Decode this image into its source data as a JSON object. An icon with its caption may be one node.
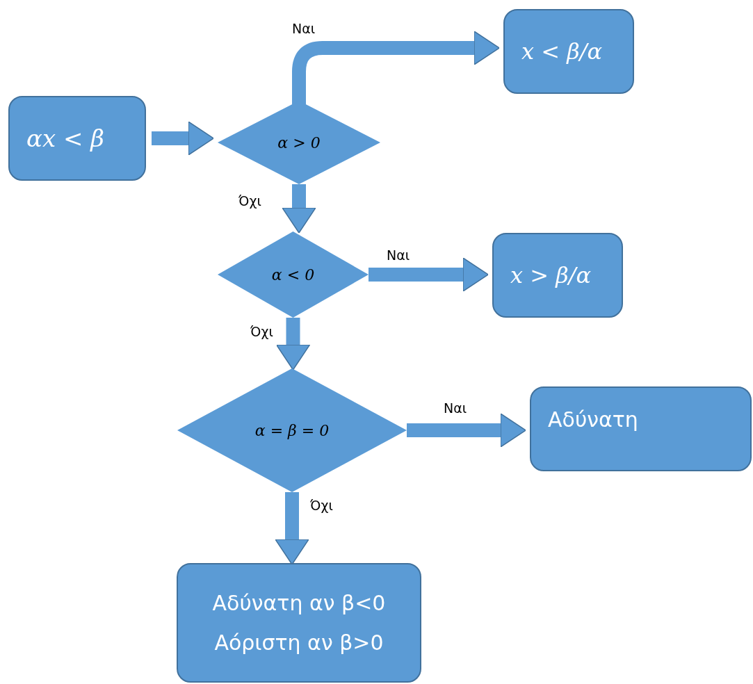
{
  "diagram": {
    "nodes": [
      {
        "text": [
          "αx < β"
        ]
      },
      {
        "text": [
          "α > 0"
        ]
      },
      {
        "text": [
          "x < β/α"
        ]
      },
      {
        "text": [
          "α < 0"
        ]
      },
      {
        "text": [
          "x > β/α"
        ]
      },
      {
        "text": [
          "α = β = 0"
        ]
      },
      {
        "text": [
          "Αδύνατη"
        ]
      },
      {
        "text": [
          "Αδύνατη αν β<0",
          "Αόριστη αν β>0"
        ]
      }
    ],
    "edges": [
      {
        "from": 0,
        "to": 1,
        "arrow": "to"
      },
      {
        "from": 1,
        "to": 2,
        "arrow": "to",
        "label": "Ναι"
      },
      {
        "from": 1,
        "to": 3,
        "arrow": "to",
        "label": "Όχι"
      },
      {
        "from": 3,
        "to": 4,
        "arrow": "to",
        "label": "Ναι"
      },
      {
        "from": 3,
        "to": 5,
        "arrow": "to",
        "label": "Όχι"
      },
      {
        "from": 5,
        "to": 6,
        "arrow": "to",
        "label": "Ναι"
      },
      {
        "from": 5,
        "to": 7,
        "arrow": "to",
        "label": "Όχι"
      }
    ]
  }
}
